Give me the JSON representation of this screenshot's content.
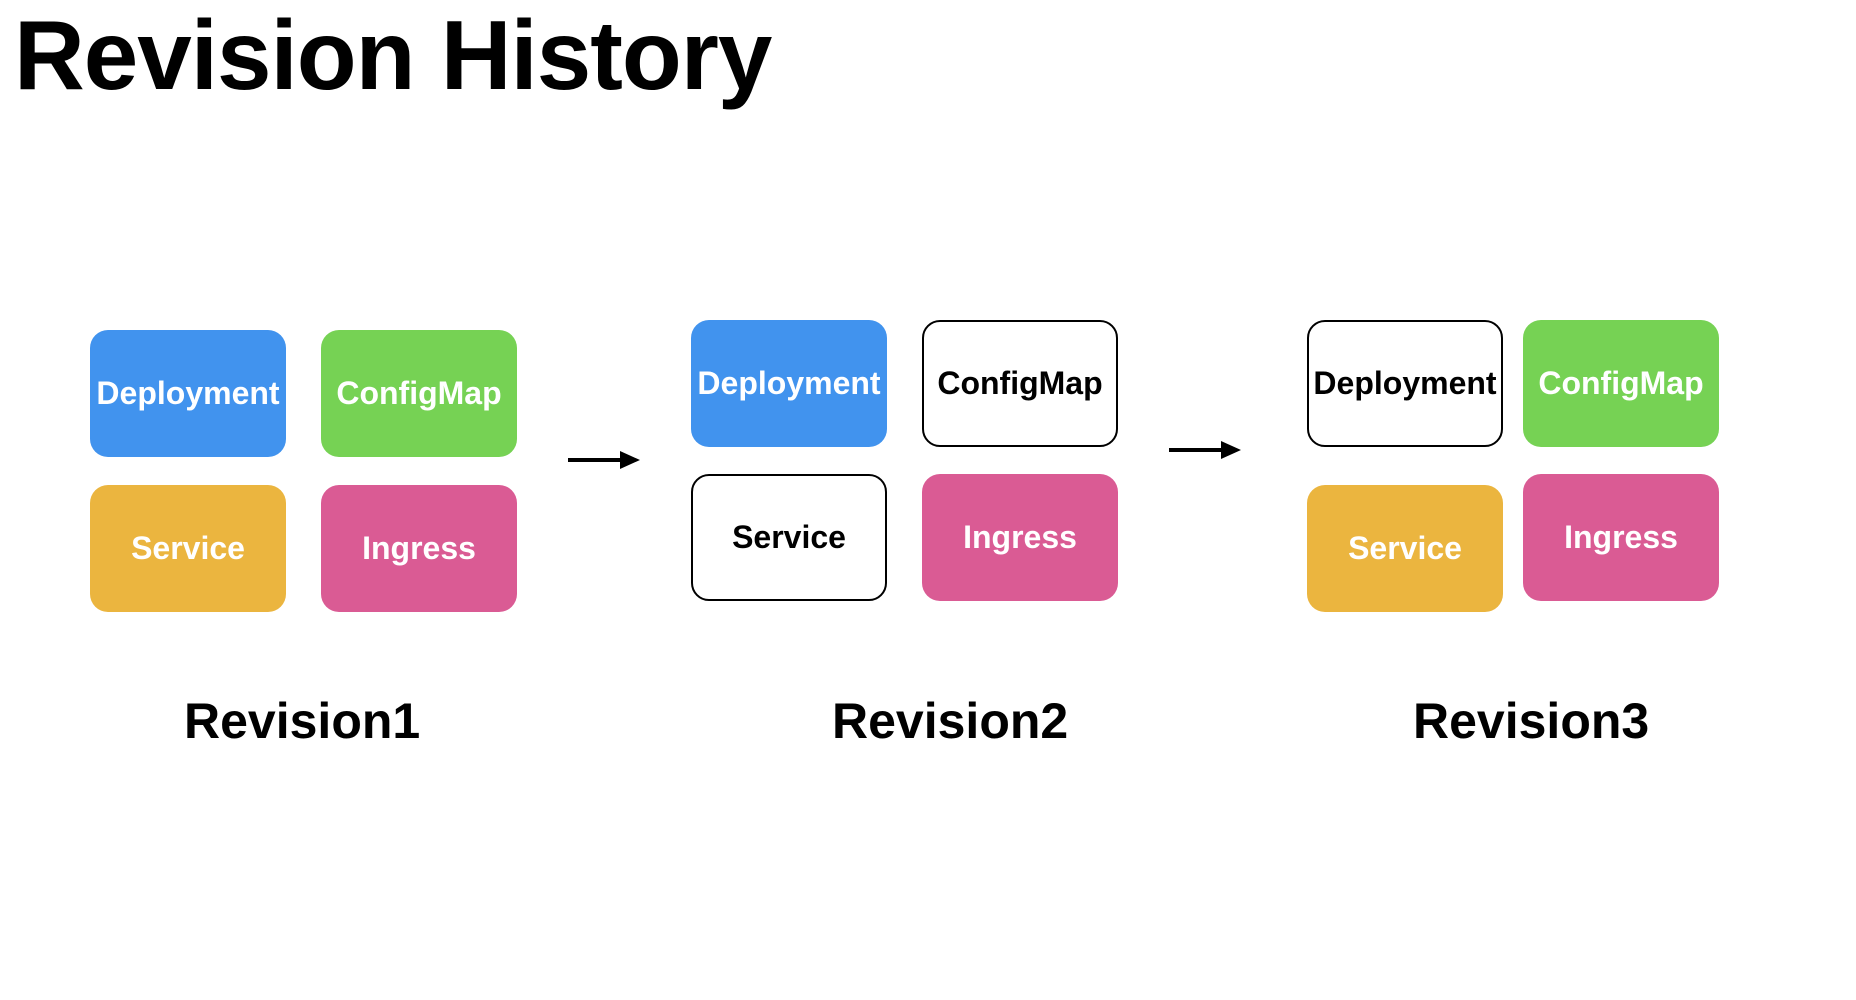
{
  "title": "Revision History",
  "colors": {
    "deployment": "#4193EE",
    "configmap": "#76D254",
    "service": "#EBB53F",
    "ingress": "#DA5B94",
    "outline": "#FFFFFF",
    "arrow": "#000000"
  },
  "revisions": [
    {
      "label": "Revision1",
      "resources": [
        {
          "name": "Deployment",
          "style": "filled",
          "color": "#4193EE"
        },
        {
          "name": "ConfigMap",
          "style": "filled",
          "color": "#76D254"
        },
        {
          "name": "Service",
          "style": "filled",
          "color": "#EBB53F"
        },
        {
          "name": "Ingress",
          "style": "filled",
          "color": "#DA5B94"
        }
      ]
    },
    {
      "label": "Revision2",
      "resources": [
        {
          "name": "Deployment",
          "style": "filled",
          "color": "#4193EE"
        },
        {
          "name": "ConfigMap",
          "style": "outline",
          "color": "#FFFFFF"
        },
        {
          "name": "Service",
          "style": "outline",
          "color": "#FFFFFF"
        },
        {
          "name": "Ingress",
          "style": "filled",
          "color": "#DA5B94"
        }
      ]
    },
    {
      "label": "Revision3",
      "resources": [
        {
          "name": "Deployment",
          "style": "outline",
          "color": "#FFFFFF"
        },
        {
          "name": "ConfigMap",
          "style": "filled",
          "color": "#76D254"
        },
        {
          "name": "Service",
          "style": "filled",
          "color": "#EBB53F"
        },
        {
          "name": "Ingress",
          "style": "filled",
          "color": "#DA5B94"
        }
      ]
    }
  ]
}
